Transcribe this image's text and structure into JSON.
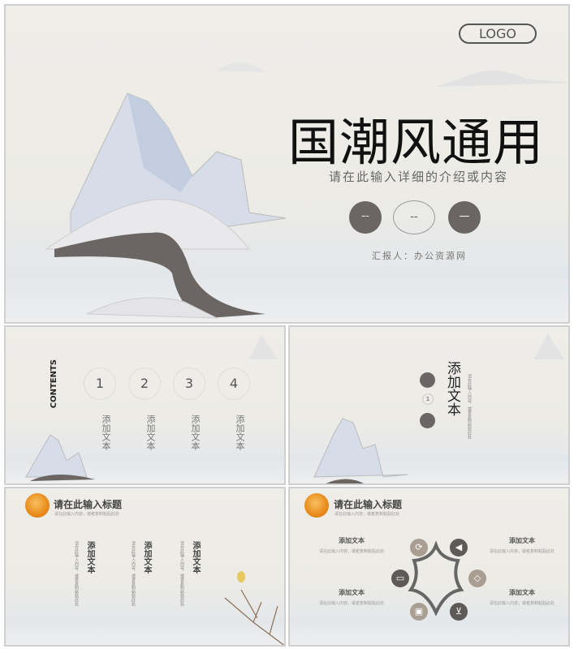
{
  "slide1": {
    "logo": "LOGO",
    "title": "国潮风通用",
    "subtitle": "请在此输入详细的介绍或内容",
    "buttons": [
      "--",
      "--",
      "—"
    ],
    "reporter": "汇报人：办公资源网"
  },
  "slide2": {
    "contents_label": "CONTENTS",
    "items": [
      {
        "number": "1",
        "label": "添加文本"
      },
      {
        "number": "2",
        "label": "添加文本"
      },
      {
        "number": "3",
        "label": "添加文本"
      },
      {
        "number": "4",
        "label": "添加文本"
      }
    ]
  },
  "slide3": {
    "number": "1",
    "heading": "添加文本",
    "body": "请在此输入内容，或者复制粘贴此处"
  },
  "slide4": {
    "title": "请在此输入标题",
    "subtitle": "请在此输入内容，或者复制粘贴此处",
    "columns": [
      {
        "heading": "添加文本",
        "body": "请在此输入内容，或者复制粘贴此处"
      },
      {
        "heading": "添加文本",
        "body": "请在此输入内容，或者复制粘贴此处"
      },
      {
        "heading": "添加文本",
        "body": "请在此输入内容，或者复制粘贴此处"
      }
    ]
  },
  "slide5": {
    "title": "请在此输入标题",
    "subtitle": "请在此输入内容，或者复制粘贴此处",
    "blocks": [
      {
        "heading": "添加文本",
        "body": "请在此输入内容，或者复制粘贴此处"
      },
      {
        "heading": "添加文本",
        "body": "请在此输入内容，或者复制粘贴此处"
      },
      {
        "heading": "添加文本",
        "body": "请在此输入内容，或者复制粘贴此处"
      },
      {
        "heading": "添加文本",
        "body": "请在此输入内容，或者复制粘贴此处"
      }
    ],
    "icons": [
      "refresh-icon",
      "megaphone-icon",
      "diamond-icon",
      "cart-icon",
      "gift-icon",
      "laptop-icon"
    ]
  },
  "colors": {
    "dark_circle": "#6b6563",
    "accent_orange": "#e88a1a",
    "icon_tan": "#a89e92"
  }
}
